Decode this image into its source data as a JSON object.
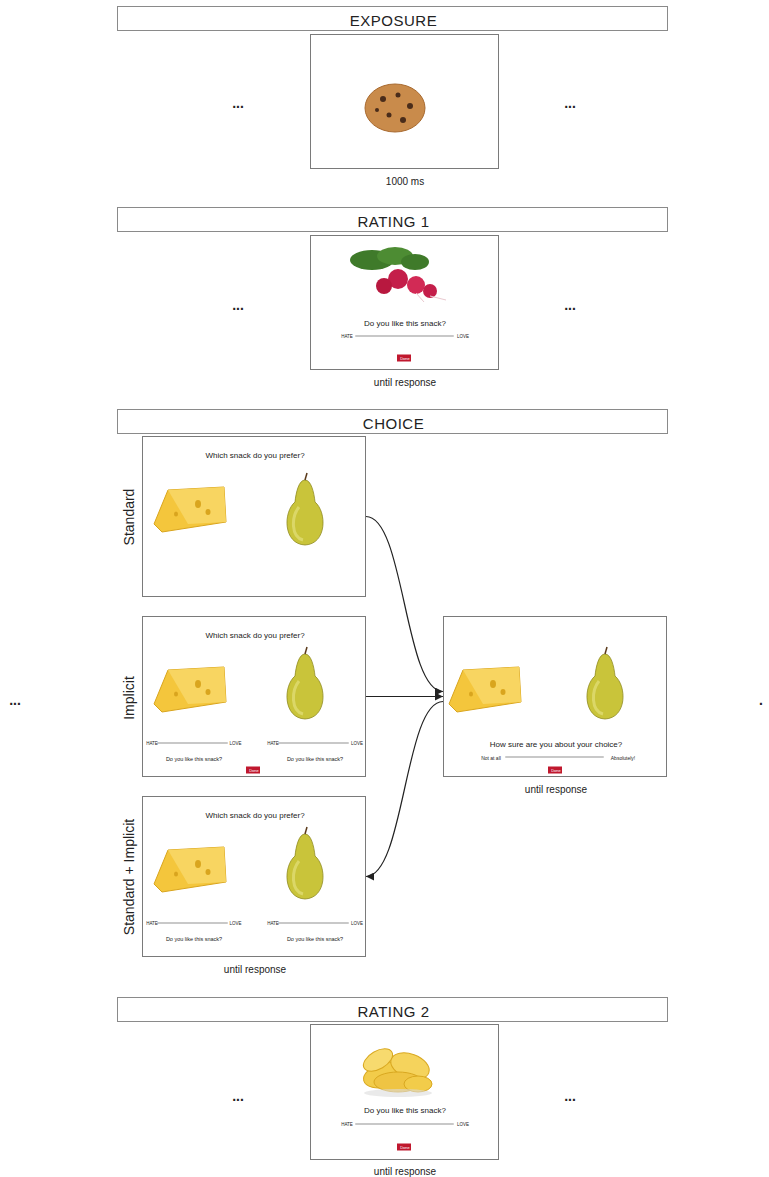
{
  "diagram": {
    "nodes": [
      {
        "text": [
          "EXPOSURE"
        ]
      },
      {
        "text": [
          "1000 ms"
        ]
      },
      {
        "text": [
          "RATING 1"
        ]
      },
      {
        "text": [
          "Do you like this snack?",
          "HATE",
          "LOVE",
          "Done",
          "until response"
        ]
      },
      {
        "text": [
          "CHOICE"
        ]
      },
      {
        "text": [
          "Standard",
          "Which snack do you prefer?"
        ]
      },
      {
        "text": [
          "Implicit",
          "Which snack do you prefer?",
          "HATE",
          "LOVE",
          "HATE",
          "LOVE",
          "Do you like this snack?",
          "Do you like this snack?",
          "Done"
        ]
      },
      {
        "text": [
          "Standard + Implicit",
          "Which snack do you prefer?",
          "HATE",
          "LOVE",
          "HATE",
          "LOVE",
          "Do you like this snack?",
          "Do you like this snack?",
          "until response"
        ]
      },
      {
        "text": [
          "How sure are you about your choice?",
          "Not at all",
          "Absolutely!",
          "Done",
          "until response"
        ]
      },
      {
        "text": [
          "RATING 2"
        ]
      },
      {
        "text": [
          "Do you like this snack?",
          "HATE",
          "LOVE",
          "Done",
          "until response"
        ]
      }
    ],
    "edges": [
      {
        "from": 5,
        "to": 8,
        "arrow": "to"
      },
      {
        "from": 6,
        "to": 8,
        "arrow": "to"
      },
      {
        "from": 8,
        "to": 7,
        "arrow": "to"
      }
    ],
    "labels": [
      "...",
      "...",
      "...",
      "...",
      "...",
      ".",
      "...",
      "..."
    ]
  }
}
